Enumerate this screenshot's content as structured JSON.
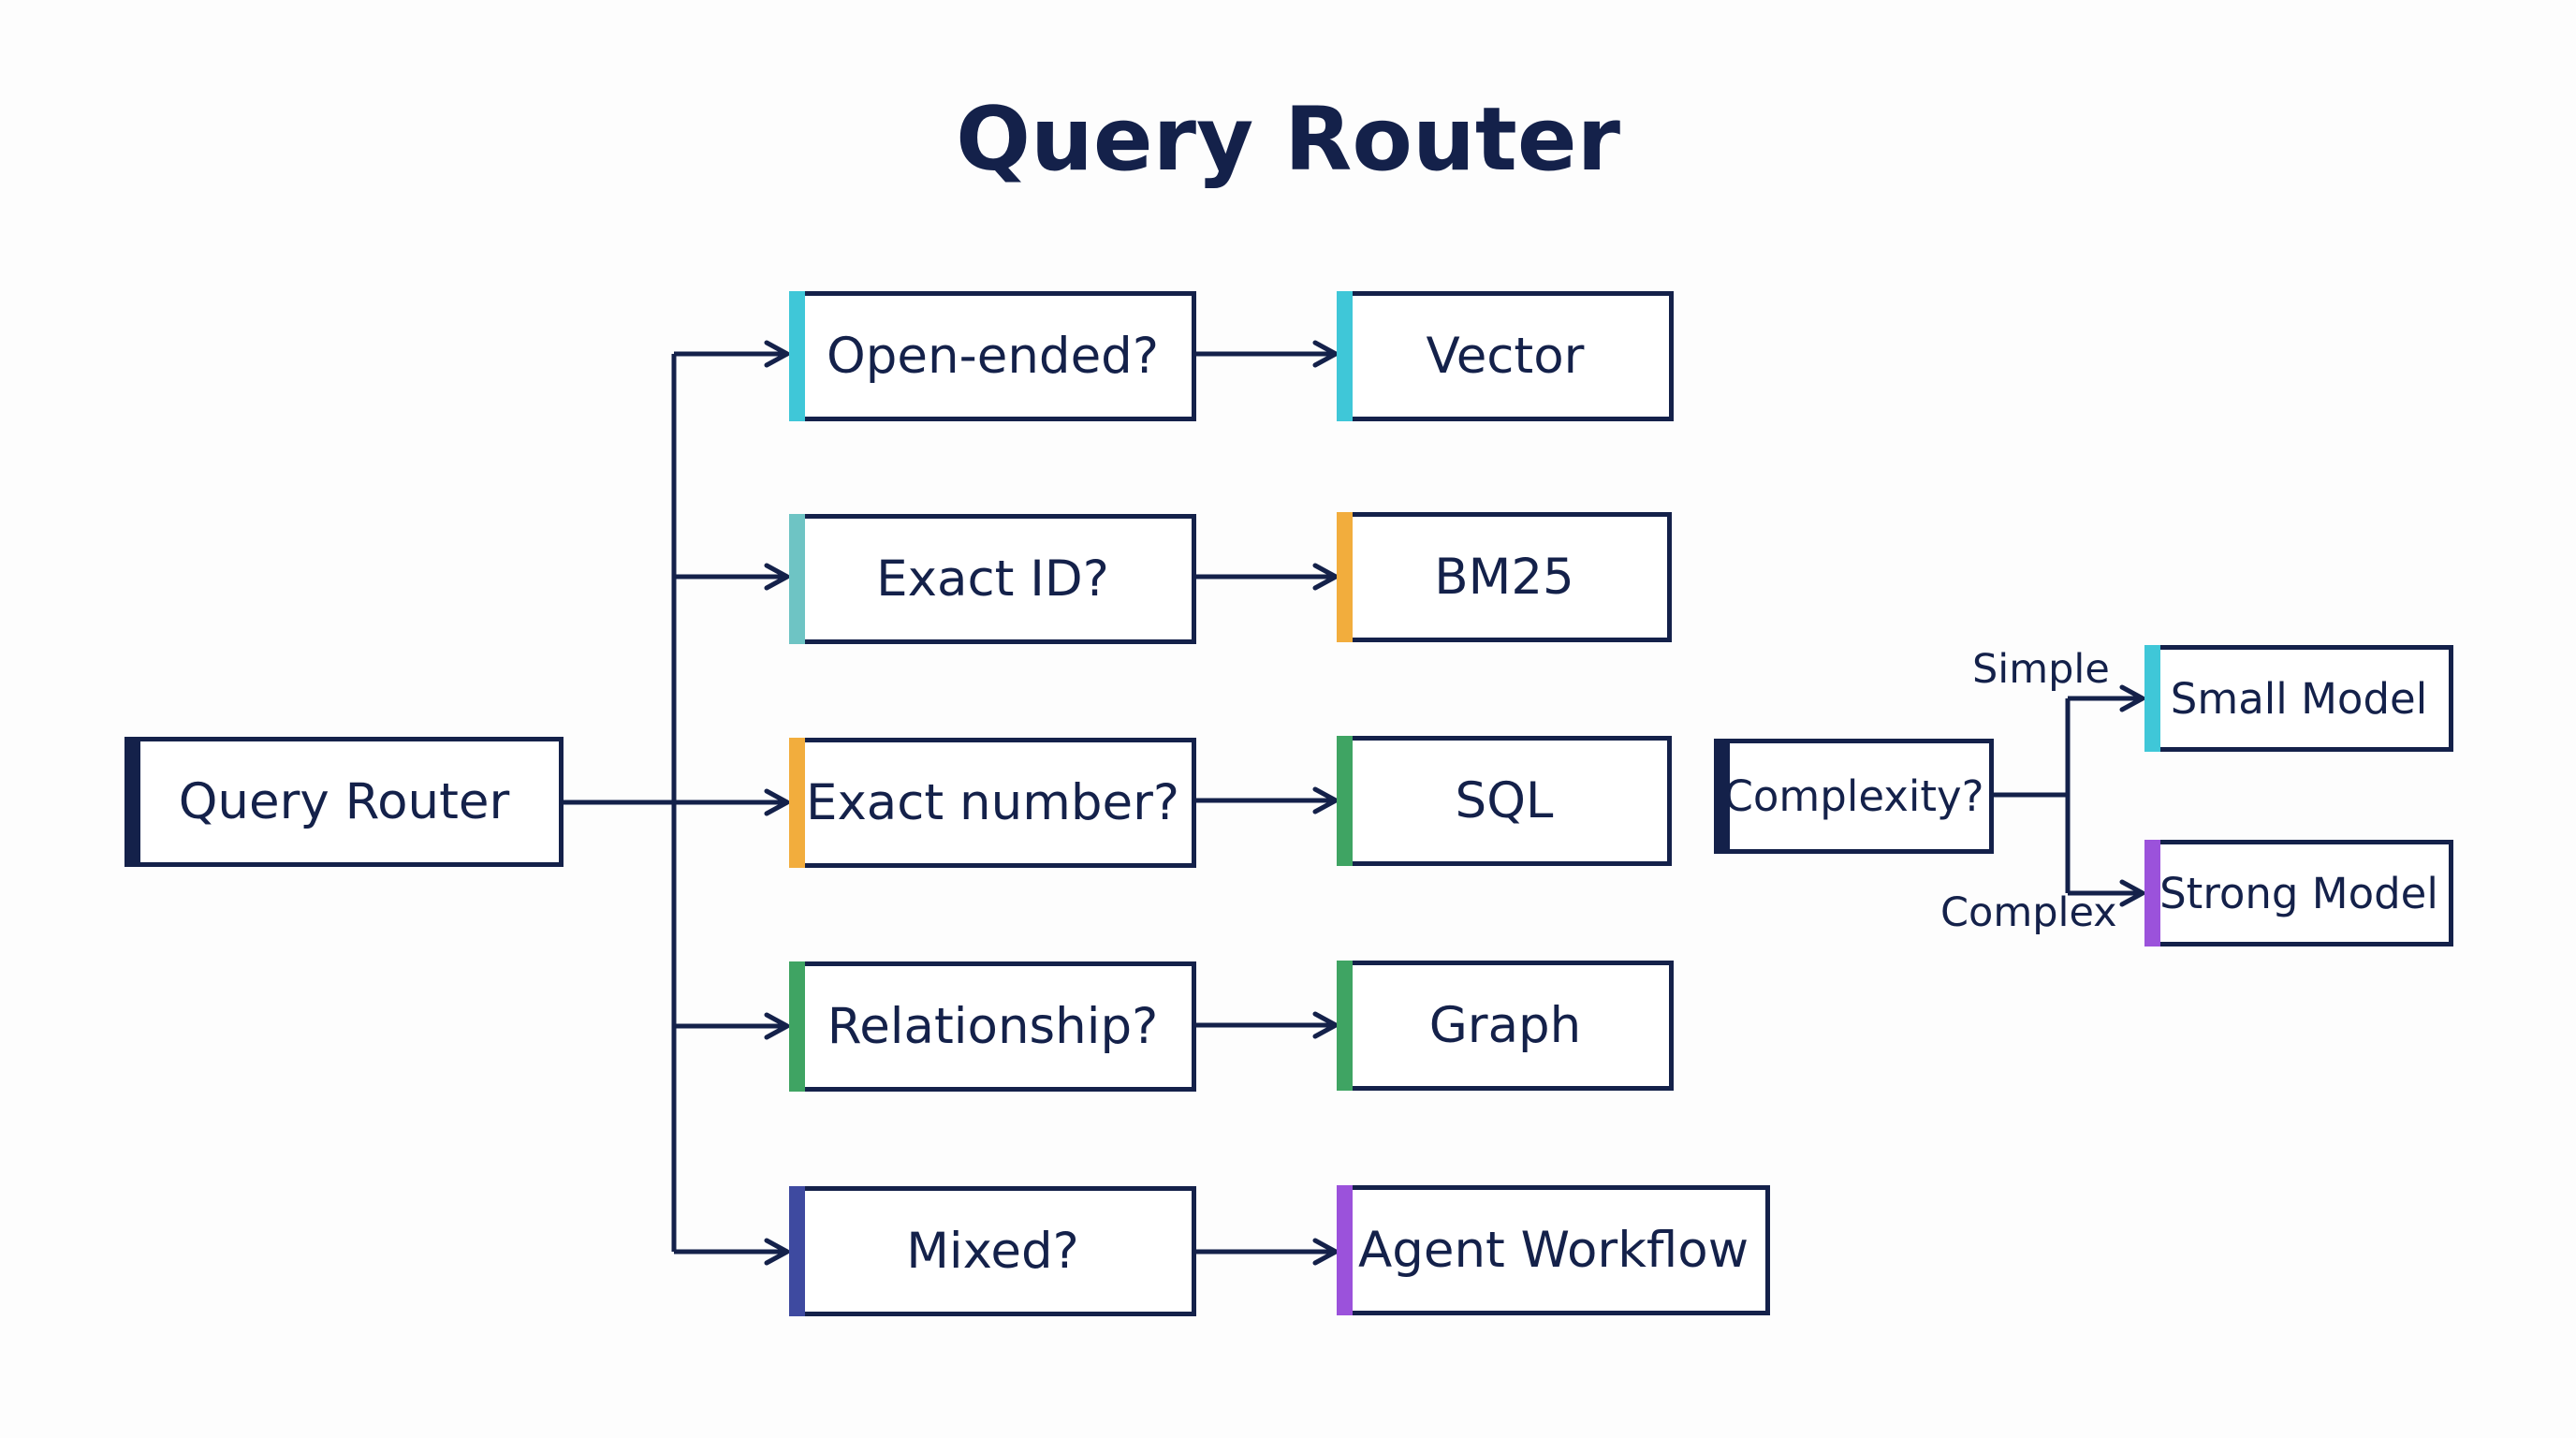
{
  "title": "Query Router",
  "colors": {
    "ink": "#14214a",
    "cyan": "#3fc7d8",
    "teal": "#6ec4c4",
    "amber": "#f2ad3d",
    "green": "#3fa463",
    "indigo": "#3e4aa0",
    "purple": "#9b52db",
    "navy": "#14214a"
  },
  "router": {
    "label": "Query Router"
  },
  "questions": [
    {
      "label": "Open-ended?",
      "accent": "cyan"
    },
    {
      "label": "Exact ID?",
      "accent": "teal"
    },
    {
      "label": "Exact number?",
      "accent": "amber"
    },
    {
      "label": "Relationship?",
      "accent": "green"
    },
    {
      "label": "Mixed?",
      "accent": "indigo"
    }
  ],
  "targets": [
    {
      "label": "Vector",
      "accent": "cyan"
    },
    {
      "label": "BM25",
      "accent": "amber"
    },
    {
      "label": "SQL",
      "accent": "green"
    },
    {
      "label": "Graph",
      "accent": "green"
    },
    {
      "label": "Agent Workflow",
      "accent": "purple"
    }
  ],
  "complexity": {
    "label": "Complexity?",
    "branches": {
      "simple": {
        "edge_label": "Simple",
        "target": "Small Model",
        "accent": "cyan"
      },
      "complex": {
        "edge_label": "Complex",
        "target": "Strong Model",
        "accent": "purple"
      }
    }
  }
}
